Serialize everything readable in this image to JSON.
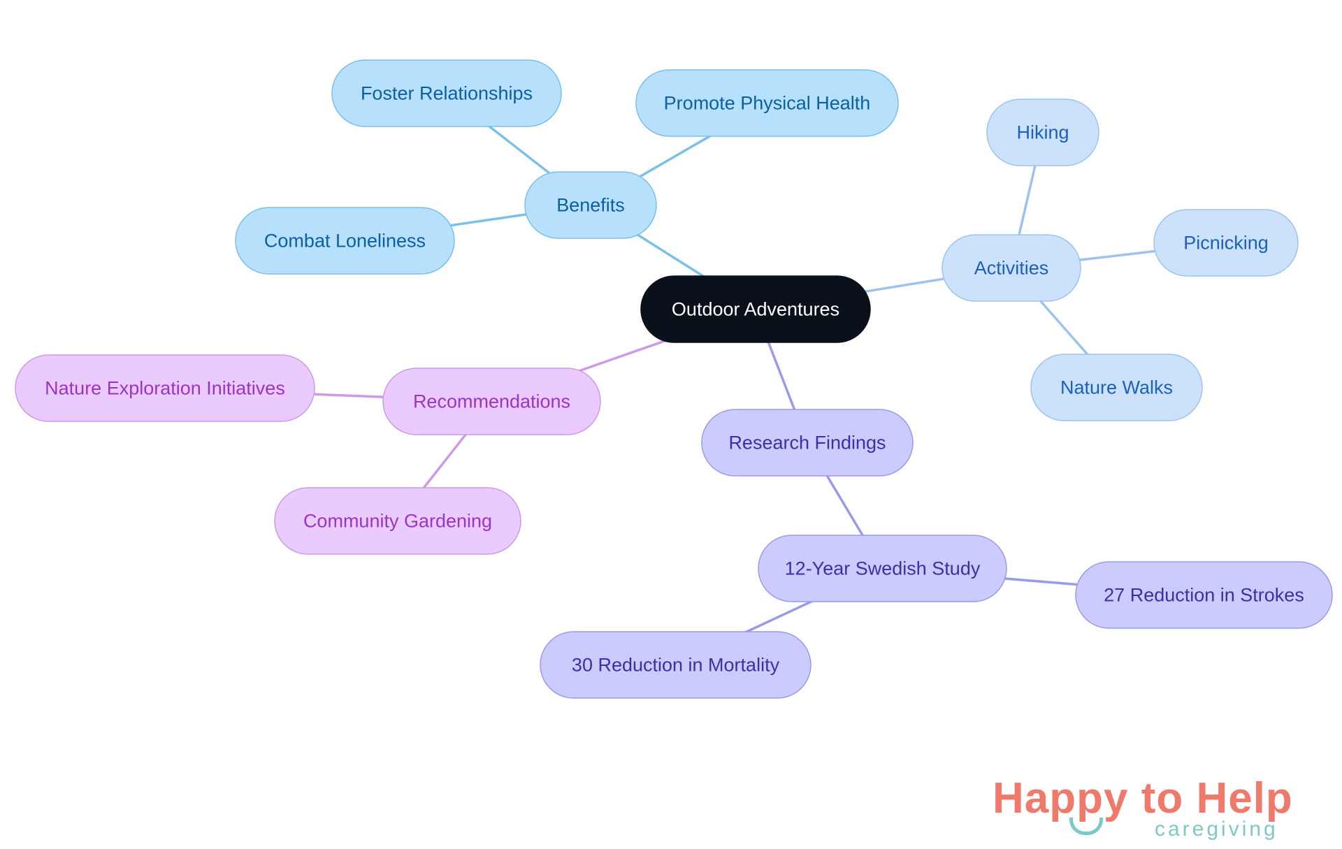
{
  "diagram": {
    "root": {
      "label": "Outdoor Adventures",
      "fill": "#0b111b",
      "stroke": "#0b111b",
      "text": "#ffffff"
    },
    "branches": [
      {
        "id": "benefits",
        "label": "Benefits",
        "colors": {
          "fill": "#b7e0fd",
          "stroke": "#7cbfe8",
          "text": "#0b5fa3",
          "line": "#7cc0ea"
        },
        "children": [
          "Foster Relationships",
          "Promote Physical Health",
          "Combat Loneliness"
        ]
      },
      {
        "id": "activities",
        "label": "Activities",
        "colors": {
          "fill": "#cce2fb",
          "stroke": "#9cc3ee",
          "text": "#1c5fbf",
          "line": "#9cc3ee"
        },
        "children": [
          "Hiking",
          "Picnicking",
          "Nature Walks"
        ]
      },
      {
        "id": "recommendations",
        "label": "Recommendations",
        "colors": {
          "fill": "#ebcafd",
          "stroke": "#cc9aeb",
          "text": "#9a34c8",
          "line": "#cc9aeb"
        },
        "children": [
          "Nature Exploration Initiatives",
          "Community Gardening"
        ]
      },
      {
        "id": "research",
        "label": "Research Findings",
        "colors": {
          "fill": "#cbcbfd",
          "stroke": "#9a9aea",
          "text": "#3c2fa8",
          "line": "#9a9aea"
        },
        "children": [
          {
            "label": "12-Year Swedish Study",
            "children": [
              "27 Reduction in Strokes",
              "30 Reduction in Mortality"
            ]
          }
        ]
      }
    ]
  },
  "logo": {
    "main": "Happy to Help",
    "sub": "caregiving",
    "main_color": "#ef7a6c",
    "accent_color": "#7dc8c8"
  }
}
